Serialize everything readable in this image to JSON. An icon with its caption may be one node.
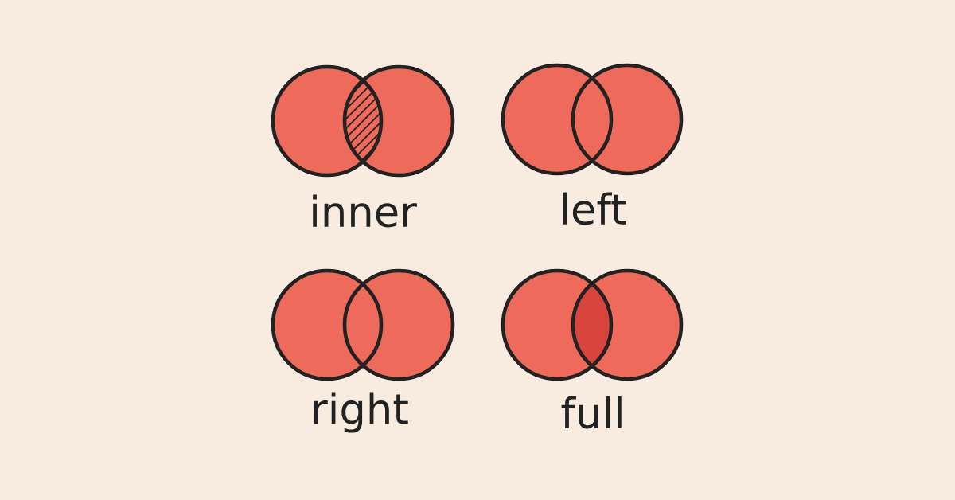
{
  "diagram": {
    "labels": [
      "inner",
      "left",
      "right",
      "full"
    ]
  }
}
